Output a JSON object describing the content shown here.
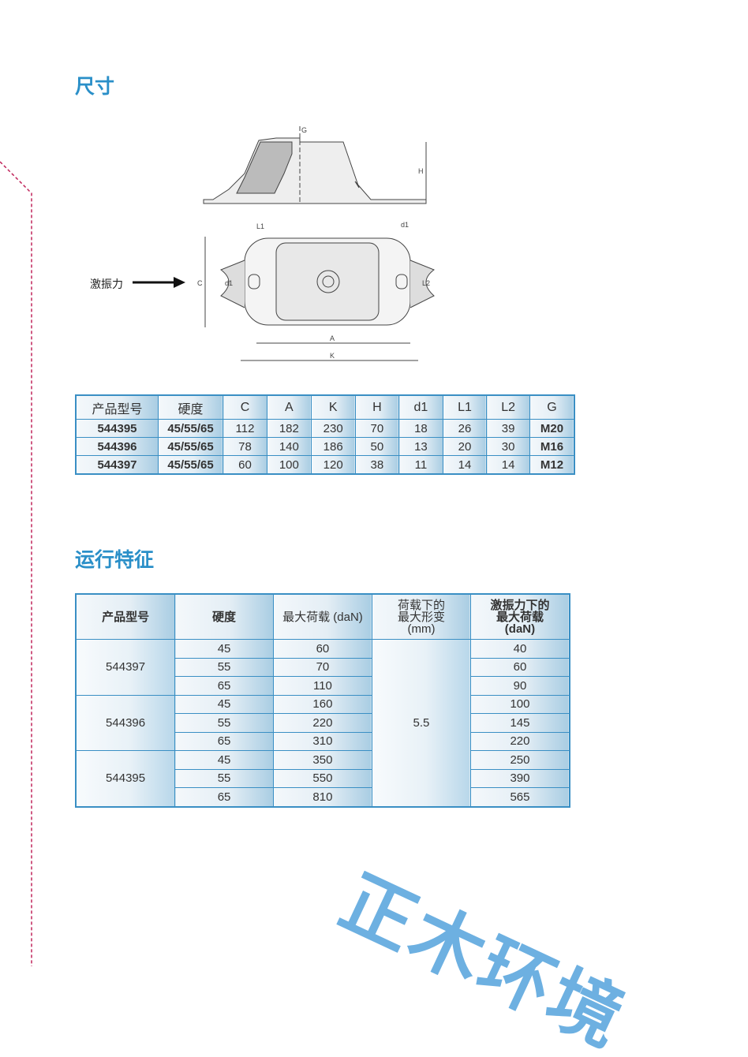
{
  "section1": {
    "title": "尺寸"
  },
  "drawing": {
    "force_label": "激振力",
    "dims": [
      "G",
      "H",
      "L1",
      "d1",
      "C",
      "d1",
      "L2",
      "A",
      "K"
    ]
  },
  "table1": {
    "headers": [
      "产品型号",
      "硬度",
      "C",
      "A",
      "K",
      "H",
      "d1",
      "L1",
      "L2",
      "G"
    ],
    "rows": [
      [
        "544395",
        "45/55/65",
        "112",
        "182",
        "230",
        "70",
        "18",
        "26",
        "39",
        "M20"
      ],
      [
        "544396",
        "45/55/65",
        "78",
        "140",
        "186",
        "50",
        "13",
        "20",
        "30",
        "M16"
      ],
      [
        "544397",
        "45/55/65",
        "60",
        "100",
        "120",
        "38",
        "11",
        "14",
        "14",
        "M12"
      ]
    ]
  },
  "section2": {
    "title": "运行特征"
  },
  "table2": {
    "headers": [
      "产品型号",
      "硬度",
      "最大荷载 (daN)",
      "荷载下的\n最大形变\n(mm)",
      "激振力下的\n最大荷载\n(daN)"
    ],
    "deformation": "5.5",
    "groups": [
      {
        "model": "544397",
        "rows": [
          [
            "45",
            "60",
            "40"
          ],
          [
            "55",
            "70",
            "60"
          ],
          [
            "65",
            "110",
            "90"
          ]
        ]
      },
      {
        "model": "544396",
        "rows": [
          [
            "45",
            "160",
            "100"
          ],
          [
            "55",
            "220",
            "145"
          ],
          [
            "65",
            "310",
            "220"
          ]
        ]
      },
      {
        "model": "544395",
        "rows": [
          [
            "45",
            "350",
            "250"
          ],
          [
            "55",
            "550",
            "390"
          ],
          [
            "65",
            "810",
            "565"
          ]
        ]
      }
    ]
  },
  "watermark": "正木环境"
}
